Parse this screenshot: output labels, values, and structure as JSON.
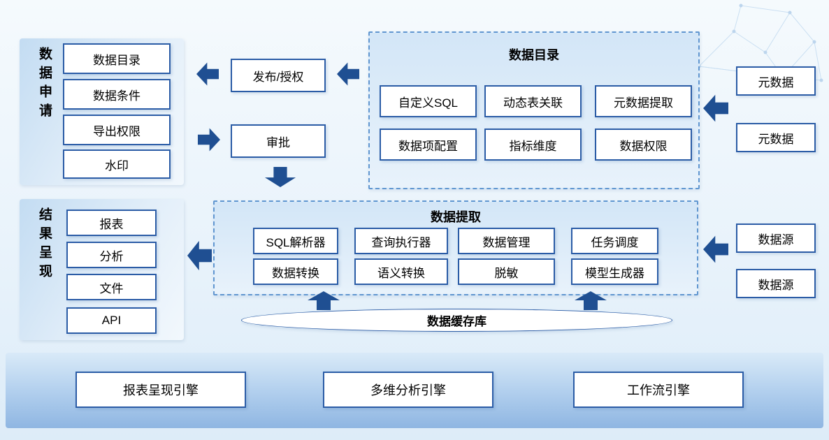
{
  "colors": {
    "arrow": "#1f4f92",
    "node_border": "#2b5ca6",
    "container_border": "#6096d0",
    "band_top": "#d9eaf8",
    "band_bottom": "#8fb6e2"
  },
  "application": {
    "label": "数据申请",
    "items": [
      "数据目录",
      "数据条件",
      "导出权限",
      "水印"
    ]
  },
  "flow": {
    "publish": "发布/授权",
    "approval": "审批"
  },
  "catalog": {
    "title": "数据目录",
    "items": [
      "自定义SQL",
      "动态表关联",
      "元数据提取",
      "数据项配置",
      "指标维度",
      "数据权限"
    ]
  },
  "metadata": {
    "items": [
      "元数据",
      "元数据"
    ]
  },
  "extraction": {
    "title": "数据提取",
    "items": [
      "SQL解析器",
      "查询执行器",
      "数据管理",
      "任务调度",
      "数据转换",
      "语义转换",
      "脱敏",
      "模型生成器"
    ]
  },
  "sources": {
    "items": [
      "数据源",
      "数据源"
    ]
  },
  "results": {
    "label": "结果呈现",
    "items": [
      "报表",
      "分析",
      "文件",
      "API"
    ]
  },
  "cache": {
    "label": "数据缓存库"
  },
  "engines": {
    "items": [
      "报表呈现引擎",
      "多维分析引擎",
      "工作流引擎"
    ]
  }
}
